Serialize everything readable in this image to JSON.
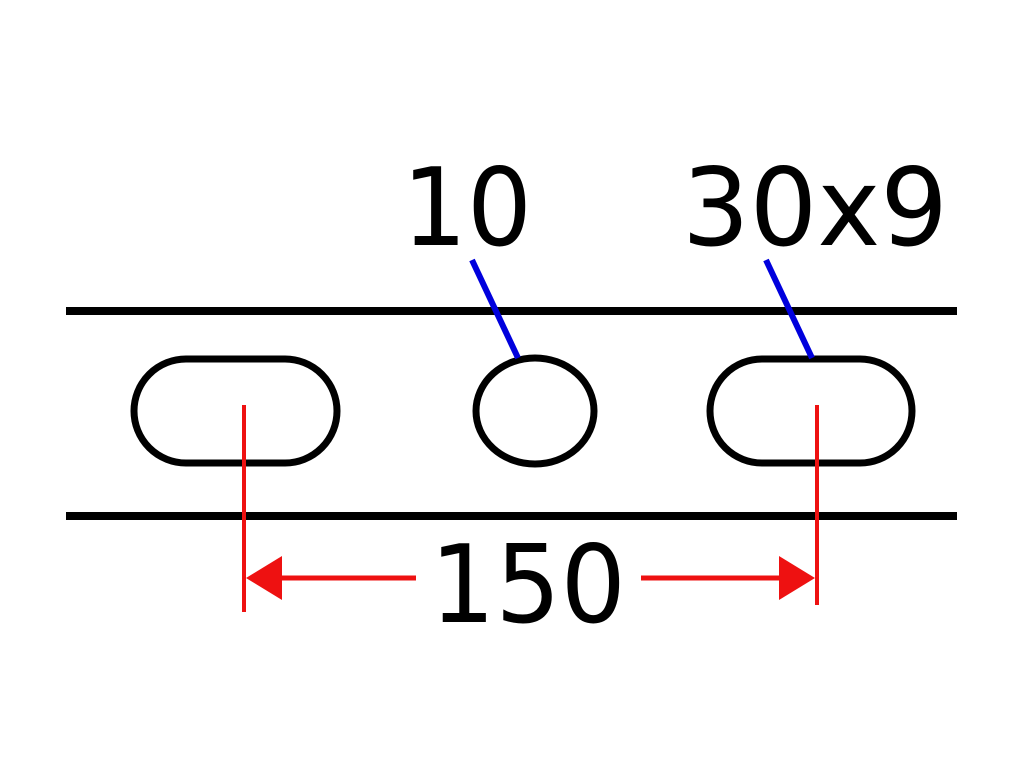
{
  "diagram": {
    "labels": {
      "hole_diameter": "10",
      "slot_size": "30x9",
      "pitch": "150"
    },
    "colors": {
      "outline": "#000000",
      "leader": "#0000dd",
      "dimension": "#ee1111",
      "background": "#ffffff"
    }
  }
}
